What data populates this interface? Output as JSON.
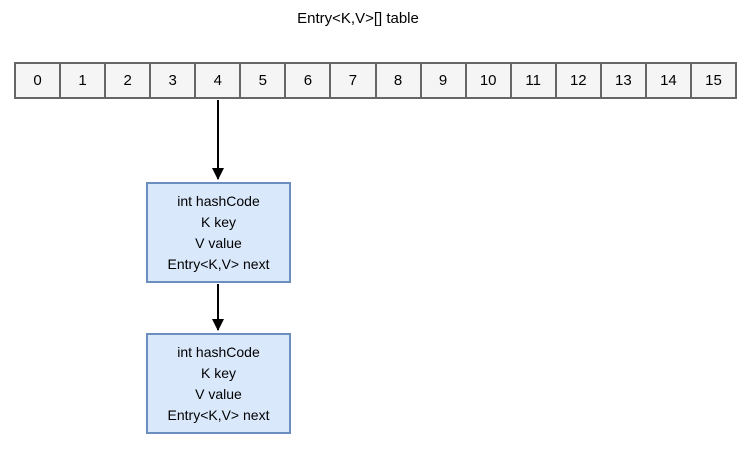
{
  "title": "Entry<K,V>[] table",
  "array": {
    "cells": [
      "0",
      "1",
      "2",
      "3",
      "4",
      "5",
      "6",
      "7",
      "8",
      "9",
      "10",
      "11",
      "12",
      "13",
      "14",
      "15"
    ]
  },
  "entries": [
    {
      "lines": [
        "int hashCode",
        "K key",
        "V value",
        "Entry<K,V> next"
      ]
    },
    {
      "lines": [
        "int hashCode",
        "K key",
        "V value",
        "Entry<K,V> next"
      ]
    }
  ],
  "arrows": [
    {
      "name": "arrow-from-bucket-4-to-entry-1"
    },
    {
      "name": "arrow-from-entry-1-to-entry-2"
    }
  ],
  "colors": {
    "entry_fill": "#dae8fc",
    "entry_border": "#6c8ebf",
    "cell_fill": "#f5f5f5",
    "cell_border": "#666666",
    "arrow": "#000000",
    "text": "#000000",
    "background": "#ffffff"
  }
}
